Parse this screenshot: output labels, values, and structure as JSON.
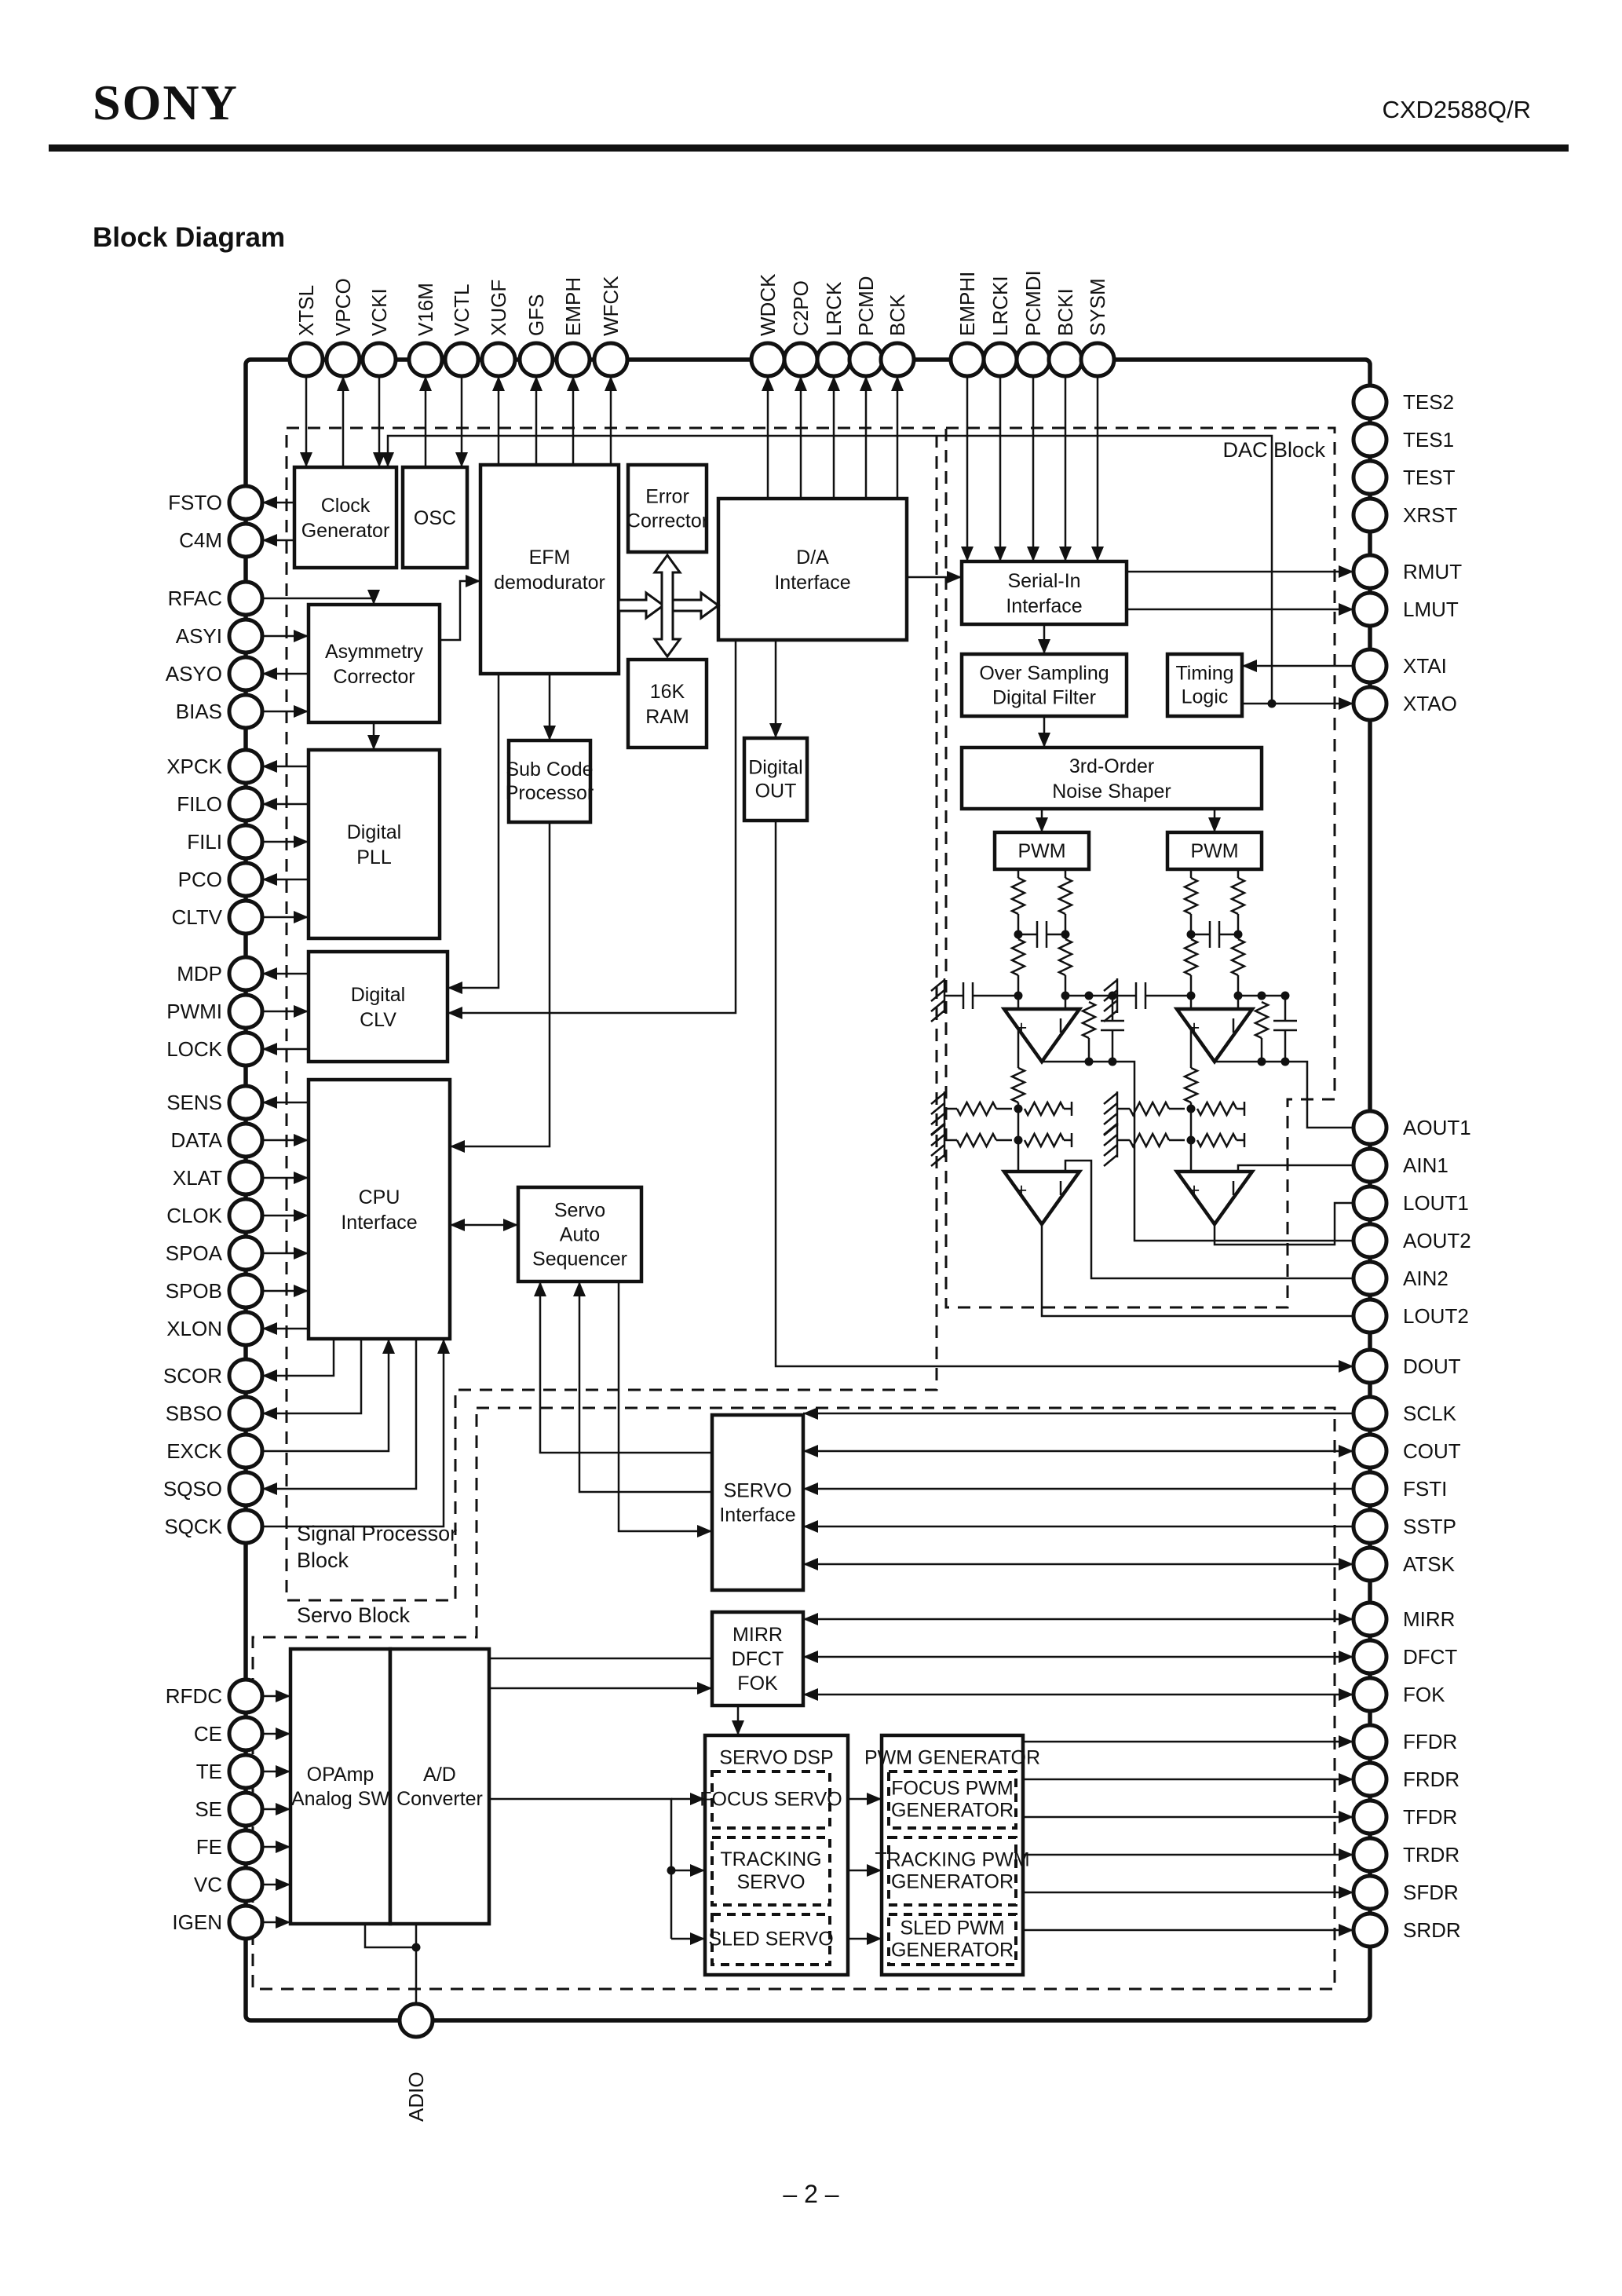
{
  "header": {
    "brand": "SONY",
    "part_number": "CXD2588Q/R",
    "title": "Block Diagram"
  },
  "footer": {
    "page_number": "– 2 –"
  },
  "regions": {
    "dac": "DAC Block",
    "signal_processor": [
      "Signal Processor",
      "Block"
    ],
    "servo": "Servo Block"
  },
  "pins": {
    "top": [
      {
        "label": "XTSL",
        "dir": "in"
      },
      {
        "label": "VPCO",
        "dir": "out"
      },
      {
        "label": "VCKI",
        "dir": "in"
      },
      {
        "label": "V16M",
        "dir": "out"
      },
      {
        "label": "VCTL",
        "dir": "in"
      },
      {
        "label": "XUGF",
        "dir": "out"
      },
      {
        "label": "GFS",
        "dir": "out"
      },
      {
        "label": "EMPH",
        "dir": "out"
      },
      {
        "label": "WFCK",
        "dir": "out"
      },
      {
        "label": "WDCK",
        "dir": "out"
      },
      {
        "label": "C2PO",
        "dir": "out"
      },
      {
        "label": "LRCK",
        "dir": "out"
      },
      {
        "label": "PCMD",
        "dir": "out"
      },
      {
        "label": "BCK",
        "dir": "out"
      },
      {
        "label": "EMPHI",
        "dir": "in"
      },
      {
        "label": "LRCKI",
        "dir": "in"
      },
      {
        "label": "PCMDI",
        "dir": "in"
      },
      {
        "label": "BCKI",
        "dir": "in"
      },
      {
        "label": "SYSM",
        "dir": "in"
      }
    ],
    "left": [
      {
        "label": "FSTO",
        "dir": "out"
      },
      {
        "label": "C4M",
        "dir": "out"
      },
      {
        "label": "RFAC",
        "dir": "in"
      },
      {
        "label": "ASYI",
        "dir": "in"
      },
      {
        "label": "ASYO",
        "dir": "out"
      },
      {
        "label": "BIAS",
        "dir": "in"
      },
      {
        "label": "XPCK",
        "dir": "out"
      },
      {
        "label": "FILO",
        "dir": "out"
      },
      {
        "label": "FILI",
        "dir": "in"
      },
      {
        "label": "PCO",
        "dir": "out"
      },
      {
        "label": "CLTV",
        "dir": "in"
      },
      {
        "label": "MDP",
        "dir": "out"
      },
      {
        "label": "PWMI",
        "dir": "in"
      },
      {
        "label": "LOCK",
        "dir": "out"
      },
      {
        "label": "SENS",
        "dir": "out"
      },
      {
        "label": "DATA",
        "dir": "in"
      },
      {
        "label": "XLAT",
        "dir": "in"
      },
      {
        "label": "CLOK",
        "dir": "in"
      },
      {
        "label": "SPOA",
        "dir": "in"
      },
      {
        "label": "SPOB",
        "dir": "in"
      },
      {
        "label": "XLON",
        "dir": "out"
      },
      {
        "label": "SCOR",
        "dir": "out"
      },
      {
        "label": "SBSO",
        "dir": "out"
      },
      {
        "label": "EXCK",
        "dir": "in"
      },
      {
        "label": "SQSO",
        "dir": "out"
      },
      {
        "label": "SQCK",
        "dir": "in"
      },
      {
        "label": "RFDC",
        "dir": "in"
      },
      {
        "label": "CE",
        "dir": "in"
      },
      {
        "label": "TE",
        "dir": "in"
      },
      {
        "label": "SE",
        "dir": "in"
      },
      {
        "label": "FE",
        "dir": "in"
      },
      {
        "label": "VC",
        "dir": "in"
      },
      {
        "label": "IGEN",
        "dir": "in"
      }
    ],
    "right": [
      {
        "label": "TES2",
        "dir": "none"
      },
      {
        "label": "TES1",
        "dir": "none"
      },
      {
        "label": "TEST",
        "dir": "none"
      },
      {
        "label": "XRST",
        "dir": "none"
      },
      {
        "label": "RMUT",
        "dir": "out"
      },
      {
        "label": "LMUT",
        "dir": "out"
      },
      {
        "label": "XTAI",
        "dir": "in"
      },
      {
        "label": "XTAO",
        "dir": "out"
      },
      {
        "label": "AOUT1",
        "dir": "out"
      },
      {
        "label": "AIN1",
        "dir": "in"
      },
      {
        "label": "LOUT1",
        "dir": "out"
      },
      {
        "label": "AOUT2",
        "dir": "out"
      },
      {
        "label": "AIN2",
        "dir": "in"
      },
      {
        "label": "LOUT2",
        "dir": "out"
      },
      {
        "label": "DOUT",
        "dir": "out"
      },
      {
        "label": "SCLK",
        "dir": "in"
      },
      {
        "label": "COUT",
        "dir": "out"
      },
      {
        "label": "FSTI",
        "dir": "in"
      },
      {
        "label": "SSTP",
        "dir": "in"
      },
      {
        "label": "ATSK",
        "dir": "out"
      },
      {
        "label": "MIRR",
        "dir": "out"
      },
      {
        "label": "DFCT",
        "dir": "out"
      },
      {
        "label": "FOK",
        "dir": "out"
      },
      {
        "label": "FFDR",
        "dir": "out"
      },
      {
        "label": "FRDR",
        "dir": "out"
      },
      {
        "label": "TFDR",
        "dir": "out"
      },
      {
        "label": "TRDR",
        "dir": "out"
      },
      {
        "label": "SFDR",
        "dir": "out"
      },
      {
        "label": "SRDR",
        "dir": "out"
      }
    ],
    "bottom": [
      {
        "label": "ADIO",
        "dir": "inout"
      }
    ]
  },
  "blocks": {
    "clock_gen": [
      "Clock",
      "Generator"
    ],
    "osc": [
      "OSC"
    ],
    "efm": [
      "EFM",
      "demodurator"
    ],
    "error_corrector": [
      "Error",
      "Corrector"
    ],
    "da_interface": [
      "D/A",
      "Interface"
    ],
    "ram": [
      "16K",
      "RAM"
    ],
    "sub_code": [
      "Sub Code",
      "Processor"
    ],
    "digital_out": [
      "Digital",
      "OUT"
    ],
    "serial_in": [
      "Serial-In",
      "Interface"
    ],
    "oversampling": [
      "Over Sampling",
      "Digital Filter"
    ],
    "timing": [
      "Timing",
      "Logic"
    ],
    "noise_shaper": [
      "3rd-Order",
      "Noise Shaper"
    ],
    "pwm_left": [
      "PWM"
    ],
    "pwm_right": [
      "PWM"
    ],
    "asymmetry": [
      "Asymmetry",
      "Corrector"
    ],
    "digital_pll": [
      "Digital",
      "PLL"
    ],
    "digital_clv": [
      "Digital",
      "CLV"
    ],
    "cpu": [
      "CPU",
      "Interface"
    ],
    "servo_auto": [
      "Servo",
      "Auto",
      "Sequencer"
    ],
    "servo_if": [
      "SERVO",
      "Interface"
    ],
    "mirr": [
      "MIRR",
      "DFCT",
      "FOK"
    ],
    "opamp_sw": [
      "OPAmp",
      "Analog SW"
    ],
    "adc": [
      "A/D",
      "Converter"
    ],
    "servo_dsp": [
      "SERVO DSP"
    ],
    "focus_servo": [
      "FOCUS SERVO"
    ],
    "tracking_servo": [
      "TRACKING",
      "SERVO"
    ],
    "sled_servo": [
      "SLED SERVO"
    ],
    "pwm_generator": [
      "PWM GENERATOR"
    ],
    "focus_pwm": [
      "FOCUS PWM",
      "GENERATOR"
    ],
    "tracking_pwm": [
      "TRACKING PWM",
      "GENERATOR"
    ],
    "sled_pwm": [
      "SLED PWM",
      "GENERATOR"
    ]
  }
}
